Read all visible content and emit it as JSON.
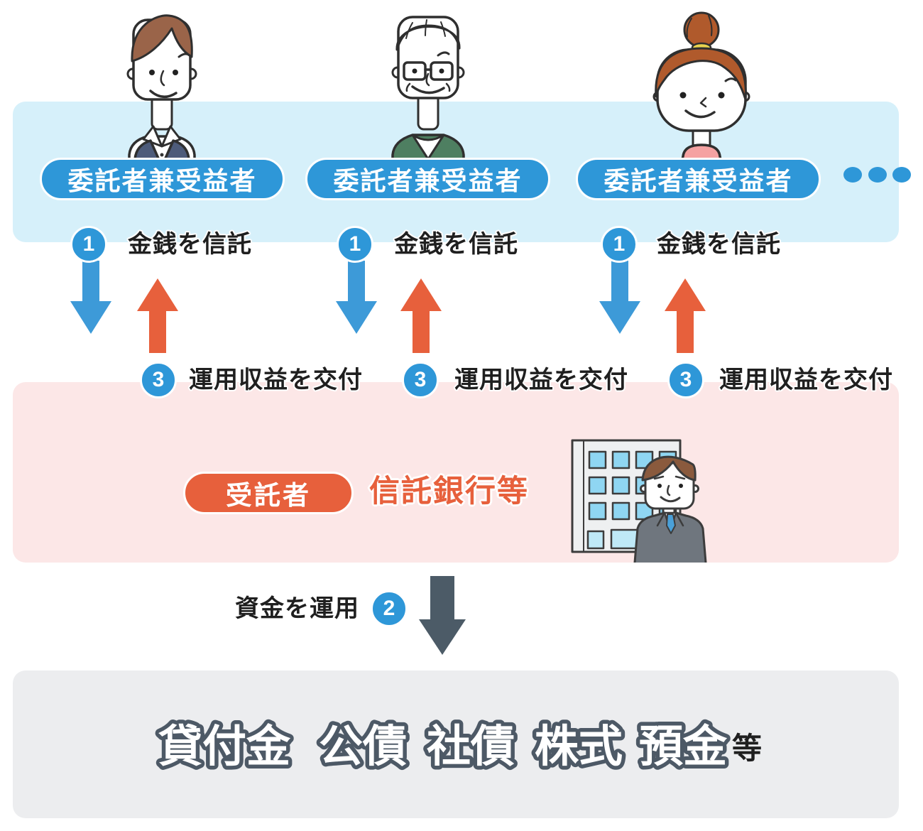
{
  "palette": {
    "accent_blue": "#2e97d8",
    "accent_orange": "#e7603c",
    "arrow_blue": "#3d9ad8",
    "arrow_dark": "#4c5b67",
    "band_blue": "#d6f0fa",
    "band_pink": "#fce7e7",
    "band_gray": "#ecedef",
    "outline_slate": "#4d5966"
  },
  "beneficiaries": {
    "actors": [
      {
        "label": "委託者兼受益者",
        "person": "young-man"
      },
      {
        "label": "委託者兼受益者",
        "person": "older-man"
      },
      {
        "label": "委託者兼受益者",
        "person": "woman"
      }
    ],
    "ellipsis_dots": 3
  },
  "steps": {
    "entrust": {
      "number": "1",
      "label": "金銭を信託"
    },
    "invest": {
      "number": "2",
      "label": "資金を運用"
    },
    "deliver": {
      "number": "3",
      "label": "運用収益を交付"
    }
  },
  "trustee": {
    "role_label": "受託者",
    "name": "信託銀行等"
  },
  "assets": {
    "items": [
      "貸付金",
      "公債",
      "社債",
      "株式",
      "預金"
    ],
    "suffix": "等"
  }
}
